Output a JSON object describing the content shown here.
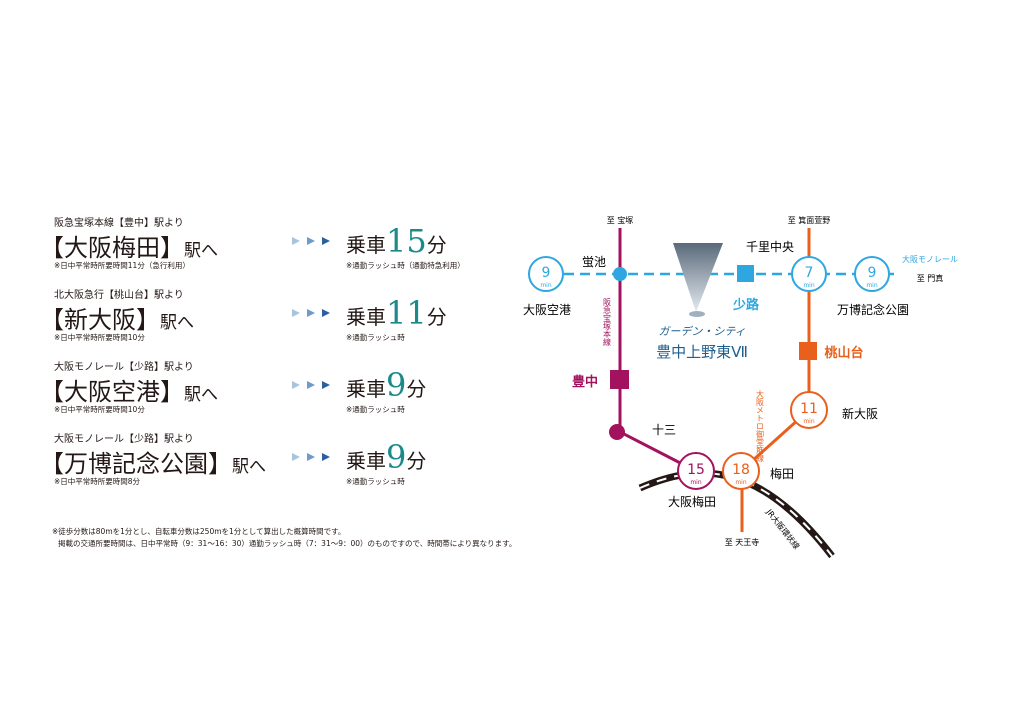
{
  "routes": [
    {
      "from": "阪急宝塚本線【豊中】駅より",
      "dest": "【大阪梅田】",
      "suffix": "駅へ",
      "ride": "乗車",
      "minutes": "15",
      "unit": "分",
      "normal": "※日中平常時所要時間11分（急行利用）",
      "rush": "※通勤ラッシュ時（通勤特急利用）"
    },
    {
      "from": "北大阪急行【桃山台】駅より",
      "dest": "【新大阪】",
      "suffix": "駅へ",
      "ride": "乗車",
      "minutes": "11",
      "unit": "分",
      "normal": "※日中平常時所要時間10分",
      "rush": "※通勤ラッシュ時"
    },
    {
      "from": "大阪モノレール【少路】駅より",
      "dest": "【大阪空港】",
      "suffix": "駅へ",
      "ride": "乗車",
      "minutes": "9",
      "unit": "分",
      "normal": "※日中平常時所要時間10分",
      "rush": "※通勤ラッシュ時"
    },
    {
      "from": "大阪モノレール【少路】駅より",
      "dest": "【万博記念公園】",
      "suffix": "駅へ",
      "ride": "乗車",
      "minutes": "9",
      "unit": "分",
      "normal": "※日中平常時所要時間8分",
      "rush": "※通勤ラッシュ時"
    }
  ],
  "notes": {
    "line1": "※徒歩分数は80mを1分とし、自転車分数は250mを1分として算出した概算時間です。",
    "line2": "掲載の交通所要時間は、日中平常時（9：31〜16：30）通勤ラッシュ時（7：31〜9：00）のものですので、時間帯により異なります。"
  },
  "map": {
    "property_kana": "ガーデン・シティ",
    "property_name": "豊中上野東Ⅶ",
    "stations": {
      "hotarugaike": "蛍池",
      "shoji": "少路",
      "senri_chuo": "千里中央",
      "momoyamadai": "桃山台",
      "toyonaka": "豊中",
      "juso": "十三",
      "osaka_kuko": "大阪空港",
      "banpaku": "万博記念公園",
      "shin_osaka": "新大阪",
      "osaka_umeda": "大阪梅田",
      "umeda": "梅田"
    },
    "directions": {
      "takarazuka": "至 宝塚",
      "minoh": "至 箕面萱野",
      "kadoma": "至 門真",
      "tennoji": "至 天王寺"
    },
    "lines": {
      "hankyu": "阪急宝塚本線",
      "monorail": "大阪モノレール",
      "metro": "大阪メトロ御堂筋線",
      "jr": "JR大阪環状線"
    },
    "min_label": "min",
    "badges": {
      "kuko": "9",
      "banpaku": "7",
      "kadoma": "9",
      "shin_osaka": "11",
      "umeda_hankyu": "15",
      "umeda_metro": "18"
    },
    "colors": {
      "hankyu": "#a3125e",
      "monorail": "#2ea7e0",
      "metro": "#e8601c",
      "jr": "#231815"
    }
  }
}
